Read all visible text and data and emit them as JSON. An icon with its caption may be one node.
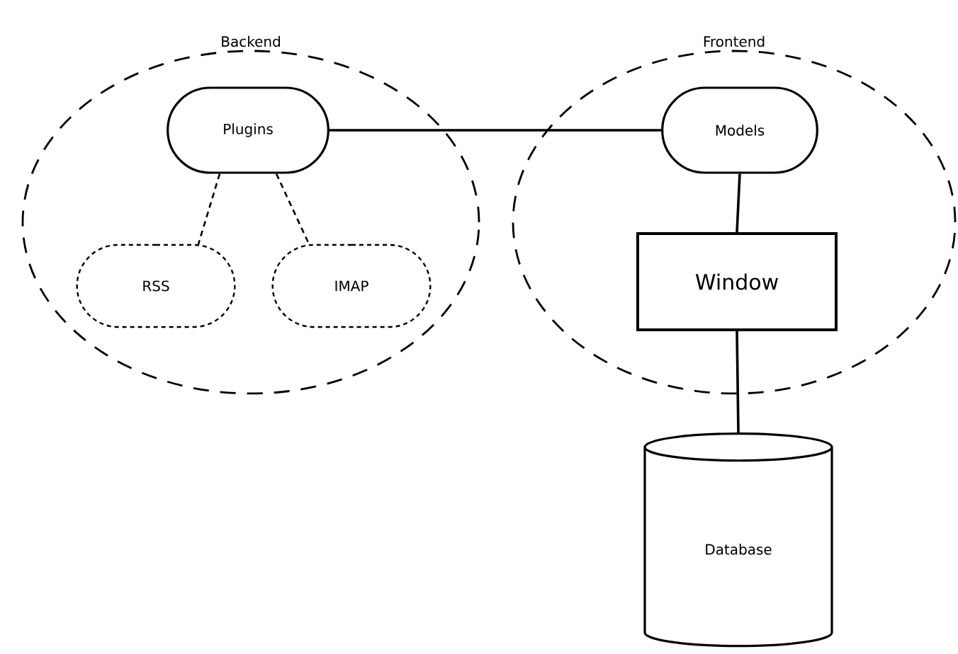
{
  "diagram": {
    "nodes": [
      {
        "text": [
          "Backend"
        ]
      },
      {
        "text": [
          "Plugins"
        ],
        "in": 0
      },
      {
        "text": [
          "RSS"
        ],
        "in": 0
      },
      {
        "text": [
          "IMAP"
        ],
        "in": 0
      },
      {
        "text": [
          "Frontend"
        ]
      },
      {
        "text": [
          "Models"
        ],
        "in": 4
      },
      {
        "text": [
          "Window"
        ],
        "in": 4
      },
      {
        "text": [
          "Database"
        ]
      }
    ],
    "edges": [
      {
        "from": 1,
        "to": 5,
        "arrow": "none"
      },
      {
        "from": 1,
        "to": 2,
        "arrow": "none",
        "style": "dashed"
      },
      {
        "from": 1,
        "to": 3,
        "arrow": "none",
        "style": "dashed"
      },
      {
        "from": 5,
        "to": 6,
        "arrow": "none"
      },
      {
        "from": 6,
        "to": 7,
        "arrow": "none"
      }
    ]
  }
}
